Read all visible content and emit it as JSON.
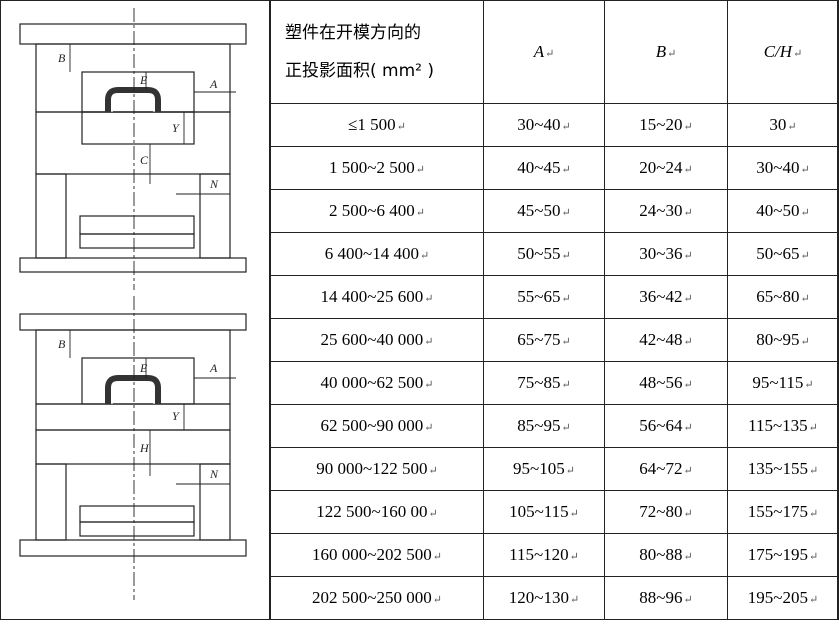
{
  "header": {
    "area_line1": "塑件在开模方向的",
    "area_line2": "正投影面积( mm² )",
    "col_a": "A",
    "col_b": "B",
    "col_c": "C/H",
    "mark": "↵"
  },
  "rows": [
    {
      "area": "≤1 500",
      "a": "30~40",
      "b": "15~20",
      "c": "30"
    },
    {
      "area": "1 500~2 500",
      "a": "40~45",
      "b": "20~24",
      "c": "30~40"
    },
    {
      "area": "2 500~6 400",
      "a": "45~50",
      "b": "24~30",
      "c": "40~50"
    },
    {
      "area": "6 400~14 400",
      "a": "50~55",
      "b": "30~36",
      "c": "50~65"
    },
    {
      "area": "14 400~25 600",
      "a": "55~65",
      "b": "36~42",
      "c": "65~80"
    },
    {
      "area": "25 600~40 000",
      "a": "65~75",
      "b": "42~48",
      "c": "80~95"
    },
    {
      "area": "40 000~62 500",
      "a": "75~85",
      "b": "48~56",
      "c": "95~115"
    },
    {
      "area": "62 500~90 000",
      "a": "85~95",
      "b": "56~64",
      "c": "115~135"
    },
    {
      "area": "90 000~122 500",
      "a": "95~105",
      "b": "64~72",
      "c": "135~155"
    },
    {
      "area": "122 500~160 00",
      "a": "105~115",
      "b": "72~80",
      "c": "155~175"
    },
    {
      "area": "160 000~202 500",
      "a": "115~120",
      "b": "80~88",
      "c": "175~195"
    },
    {
      "area": "202 500~250 000",
      "a": "120~130",
      "b": "88~96",
      "c": "195~205"
    }
  ],
  "diagrams": {
    "top": {
      "labels": [
        "B",
        "E",
        "A",
        "Y",
        "C",
        "N"
      ]
    },
    "bottom": {
      "labels": [
        "B",
        "E",
        "A",
        "Y",
        "H",
        "N"
      ]
    }
  }
}
